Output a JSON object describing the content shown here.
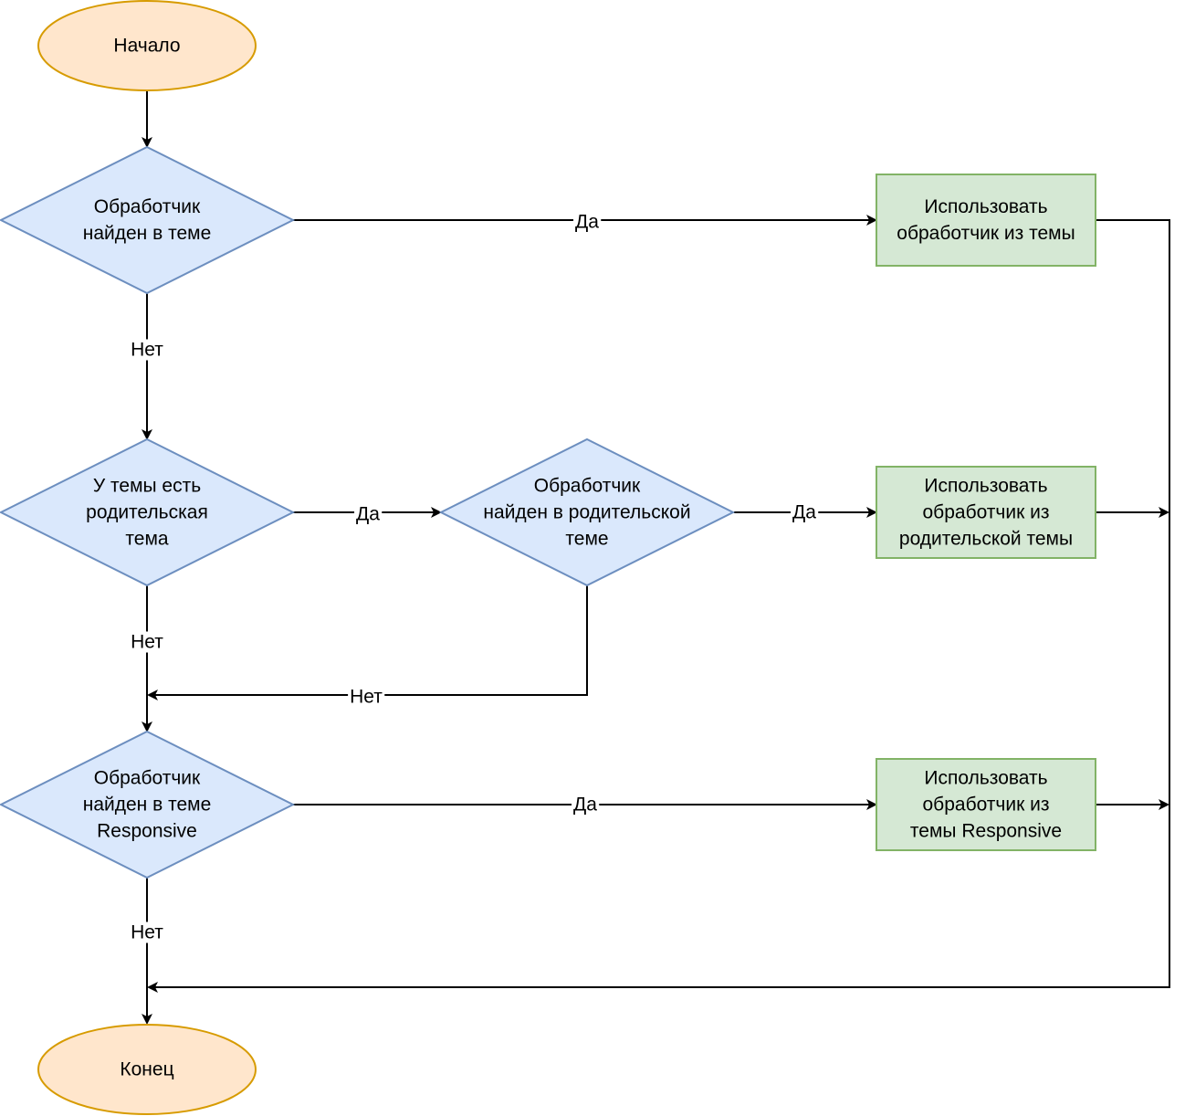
{
  "nodes": {
    "start": {
      "lines": [
        "Начало"
      ],
      "fill": "#ffe6cc",
      "stroke": "#d79b00"
    },
    "check_theme": {
      "lines": [
        "Обработчик",
        "найден в теме"
      ],
      "fill": "#dae8fc",
      "stroke": "#6c8ebf"
    },
    "use_theme": {
      "lines": [
        "Использовать",
        "обработчик из темы"
      ],
      "fill": "#d5e8d4",
      "stroke": "#82b366"
    },
    "has_parent": {
      "lines": [
        "У темы есть",
        "родительская",
        "тема"
      ],
      "fill": "#dae8fc",
      "stroke": "#6c8ebf"
    },
    "check_parent": {
      "lines": [
        "Обработчик",
        "найден в родительской",
        "теме"
      ],
      "fill": "#dae8fc",
      "stroke": "#6c8ebf"
    },
    "use_parent": {
      "lines": [
        "Использовать",
        "обработчик из",
        "родительской темы"
      ],
      "fill": "#d5e8d4",
      "stroke": "#82b366"
    },
    "check_responsive": {
      "lines": [
        "Обработчик",
        "найден в теме",
        "Responsive"
      ],
      "fill": "#dae8fc",
      "stroke": "#6c8ebf"
    },
    "use_responsive": {
      "lines": [
        "Использовать",
        "обработчик из",
        "темы Responsive"
      ],
      "fill": "#d5e8d4",
      "stroke": "#82b366"
    },
    "end": {
      "lines": [
        "Конец"
      ],
      "fill": "#ffe6cc",
      "stroke": "#d79b00"
    }
  },
  "edges": {
    "start_to_check_theme": {
      "label": ""
    },
    "check_theme_yes": {
      "label": "Да"
    },
    "check_theme_no": {
      "label": "Нет"
    },
    "has_parent_yes": {
      "label": "Да"
    },
    "check_parent_yes": {
      "label": "Да"
    },
    "has_parent_no": {
      "label": "Нет"
    },
    "check_parent_no": {
      "label": "Нет"
    },
    "check_responsive_yes": {
      "label": "Да"
    },
    "check_responsive_no": {
      "label": "Нет"
    },
    "use_theme_to_end": {
      "label": ""
    },
    "use_parent_to_end": {
      "label": ""
    },
    "use_responsive_to_end": {
      "label": ""
    }
  },
  "colors": {
    "edge": "#000000"
  }
}
